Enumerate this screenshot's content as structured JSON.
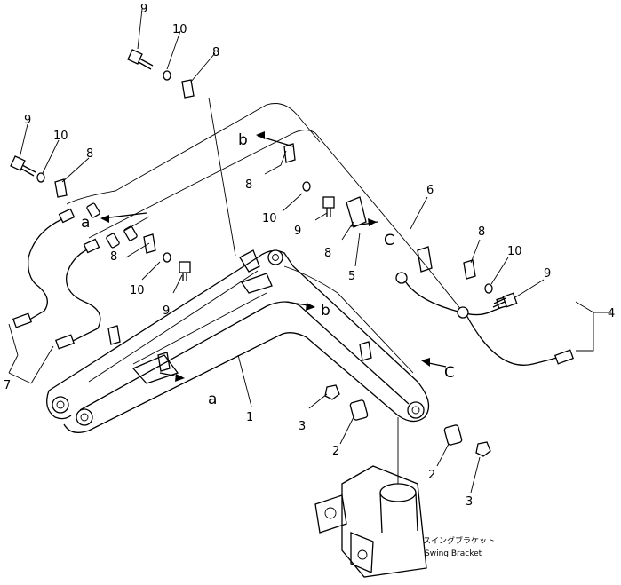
{
  "callouts": {
    "c9_top": "9",
    "c10_top": "10",
    "c8_top": "8",
    "c9_left": "9",
    "c10_left": "10",
    "c8_left": "8",
    "c8_b": "8",
    "c10_mid": "10",
    "c9_mid": "9",
    "c8_mid2": "8",
    "c10_mid2": "10",
    "c9_mid2": "9",
    "c6": "6",
    "c8_c": "8",
    "c5": "5",
    "c8_right": "8",
    "c10_right": "10",
    "c9_right": "9",
    "c4": "4",
    "c7": "7",
    "c1": "1",
    "c3_left": "3",
    "c2_left": "2",
    "c2_right": "2",
    "c3_right": "3"
  },
  "arrows": {
    "a_upper": "a",
    "a_lower": "a",
    "b_upper": "b",
    "b_lower": "b",
    "c_upper": "C",
    "c_lower": "C"
  },
  "caption": {
    "jp": "スイングブラケット",
    "en": "Swing Bracket"
  }
}
